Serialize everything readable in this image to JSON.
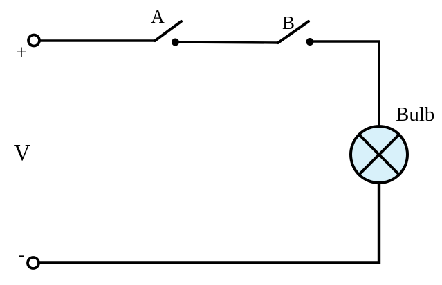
{
  "diagram": {
    "labels": {
      "switch_a": "A",
      "switch_b": "B",
      "bulb": "Bulb",
      "voltage": "V",
      "plus": "+",
      "minus": "-"
    },
    "colors": {
      "line": "#000000",
      "bulb_fill": "#d8f1fa",
      "background": "#ffffff"
    }
  }
}
